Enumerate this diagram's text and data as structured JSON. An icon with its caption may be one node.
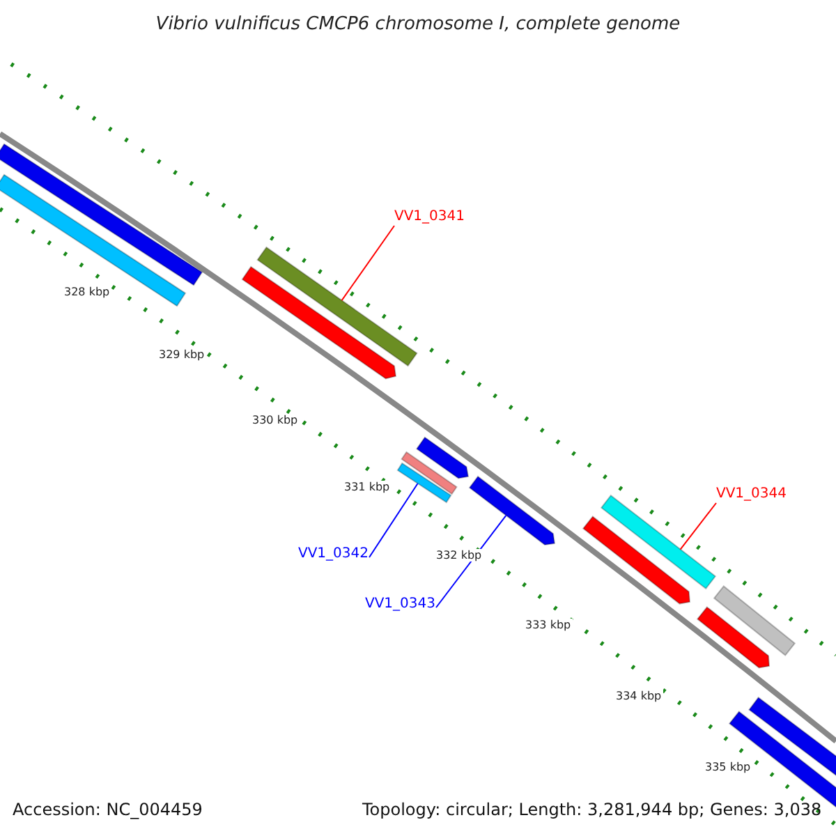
{
  "diagram": {
    "title": "Vibrio vulnificus CMCP6 chromosome I, complete genome",
    "nodes": [
      {
        "text": [
          "VV1_0341"
        ]
      },
      {
        "text": [
          "VV1_0344"
        ]
      },
      {
        "text": [
          "VV1_0342"
        ]
      },
      {
        "text": [
          "VV1_0343"
        ]
      },
      {
        "text": [],
        "shape": "bar"
      },
      {
        "text": [],
        "shape": "bar"
      },
      {
        "text": [],
        "shape": "bar"
      },
      {
        "text": [],
        "shape": "bar"
      },
      {
        "text": [],
        "shape": "bar"
      },
      {
        "text": [],
        "shape": "bar"
      },
      {
        "text": [],
        "shape": "bar"
      },
      {
        "text": [],
        "shape": "bar"
      },
      {
        "text": [],
        "shape": "bar"
      },
      {
        "text": [],
        "shape": "bar"
      },
      {
        "text": [],
        "shape": "bar"
      },
      {
        "text": [],
        "shape": "bar"
      },
      {
        "text": [],
        "shape": "bar"
      },
      {
        "text": [],
        "shape": "bar"
      }
    ],
    "edges": [
      {
        "from": 0,
        "to": 6,
        "arrow": "none",
        "color": "#ff0000"
      },
      {
        "from": 1,
        "to": 12,
        "arrow": "none",
        "color": "#ff0000"
      },
      {
        "from": 2,
        "to": 10,
        "arrow": "none",
        "color": "#0000ff"
      },
      {
        "from": 3,
        "to": 11,
        "arrow": "none",
        "color": "#0000ff"
      }
    ],
    "labels": [
      "328 kbp",
      "329 kbp",
      "330 kbp",
      "331 kbp",
      "332 kbp",
      "333 kbp",
      "334 kbp",
      "335 kbp",
      "Accession: NC_004459",
      "Topology: circular; Length: 3,281,944 bp; Genes: 3,038"
    ]
  }
}
